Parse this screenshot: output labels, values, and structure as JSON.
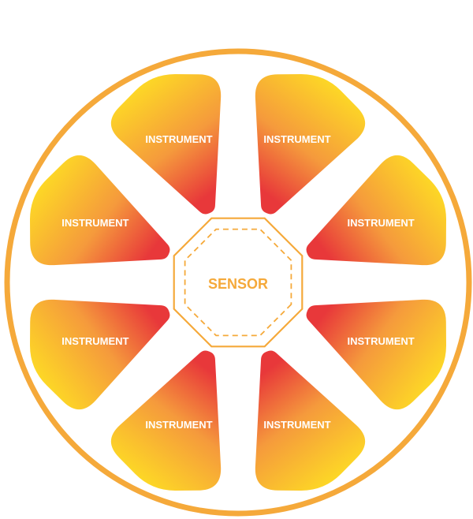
{
  "colors": {
    "ring": "#F5A93A",
    "gradient_warm": "#E8383A",
    "gradient_mid": "#F59A3C",
    "gradient_cool": "#FDD726",
    "sensor": "#F5A93A"
  },
  "center": {
    "label": "SENSOR"
  },
  "segments": [
    {
      "label": "INSTRUMENT"
    },
    {
      "label": "INSTRUMENT"
    },
    {
      "label": "INSTRUMENT"
    },
    {
      "label": "INSTRUMENT"
    },
    {
      "label": "INSTRUMENT"
    },
    {
      "label": "INSTRUMENT"
    },
    {
      "label": "INSTRUMENT"
    },
    {
      "label": "INSTRUMENT"
    }
  ]
}
